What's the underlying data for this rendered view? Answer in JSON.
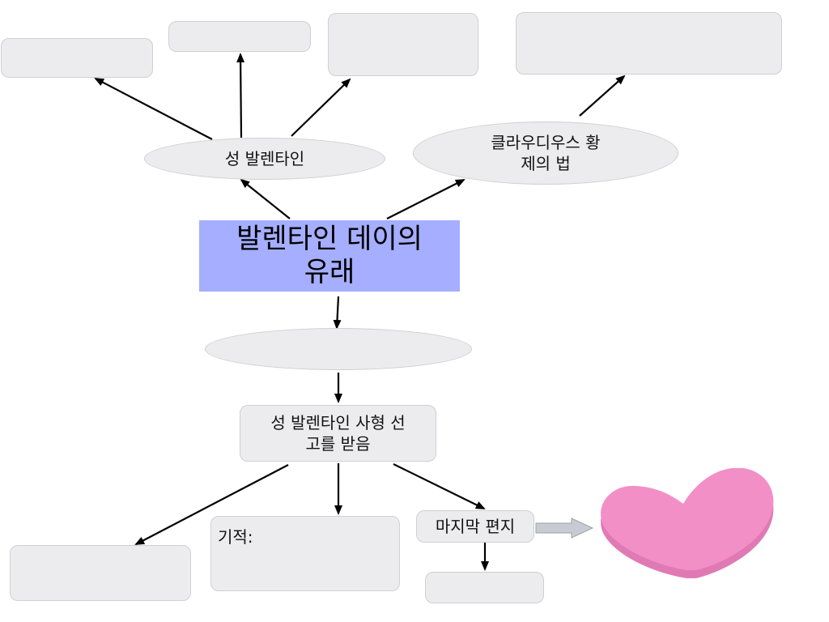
{
  "title": "발렌타인 데이의 유래",
  "st_valentine": "성 발렌타인",
  "claudius_law": "클라우디우스 황제의 법",
  "death_sentence": "성 발렌타인 사형 선고를 받음",
  "miracle": "기적:",
  "last_letter": "마지막 편지",
  "colors": {
    "title_fill": "#a5aeff",
    "node_fill": "#ececee",
    "heart_fill": "#f28fc6",
    "heart_edge": "#e07ab4"
  },
  "icons": {
    "heart": "heart-sticky-note-icon",
    "arrow": "gray-right-arrow-icon"
  }
}
